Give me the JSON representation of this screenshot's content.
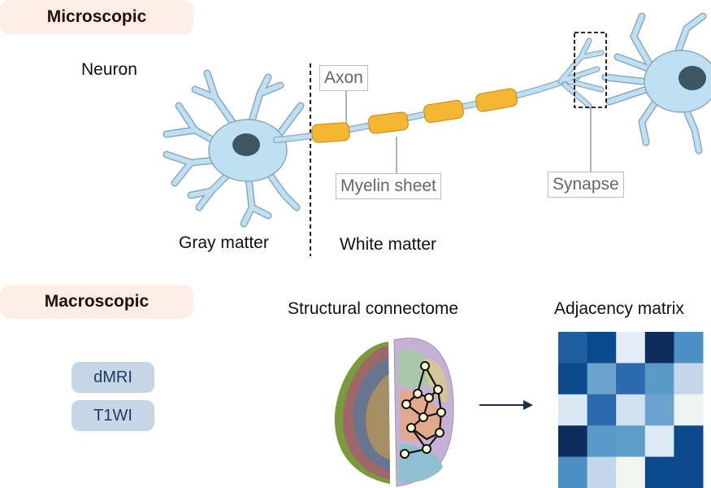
{
  "headers": {
    "microscopic": "Microscopic",
    "macroscopic": "Macroscopic"
  },
  "labels": {
    "neuron": "Neuron",
    "axon": "Axon",
    "myelin": "Myelin sheet",
    "synapse": "Synapse",
    "gray_matter": "Gray matter",
    "white_matter": "White matter",
    "connectome": "Structural connectome",
    "adjacency": "Adjacency matrix"
  },
  "modalities": [
    "dMRI",
    "T1WI"
  ],
  "colors": {
    "neuron_fill": "#bfe0f3",
    "neuron_stroke": "#8aa9bb",
    "nucleus": "#3d5663",
    "myelin": "#f5b731",
    "header_bg": "#fdeee8",
    "chip_bg": "#c7d6e6",
    "arrow": "#1b2f52"
  },
  "adjacency_matrix": [
    [
      "#1f5fa0",
      "#0c4a8e",
      "#e2edf7",
      "#0f2d5c",
      "#4a90c2"
    ],
    [
      "#0c4a8e",
      "#6aa3cd",
      "#2a6aad",
      "#5a9ac8",
      "#c4d7ea"
    ],
    [
      "#dce9f5",
      "#2a6aad",
      "#d2e2f2",
      "#6aa3cd",
      "#eef5ee"
    ],
    [
      "#0f2d5c",
      "#5a9ac8",
      "#5c9ec9",
      "#dceaf6",
      "#0c4a8e"
    ],
    [
      "#4a90c2",
      "#c4d7ea",
      "#f2f7ee",
      "#0c4a8e",
      "#0d4a8c"
    ]
  ]
}
